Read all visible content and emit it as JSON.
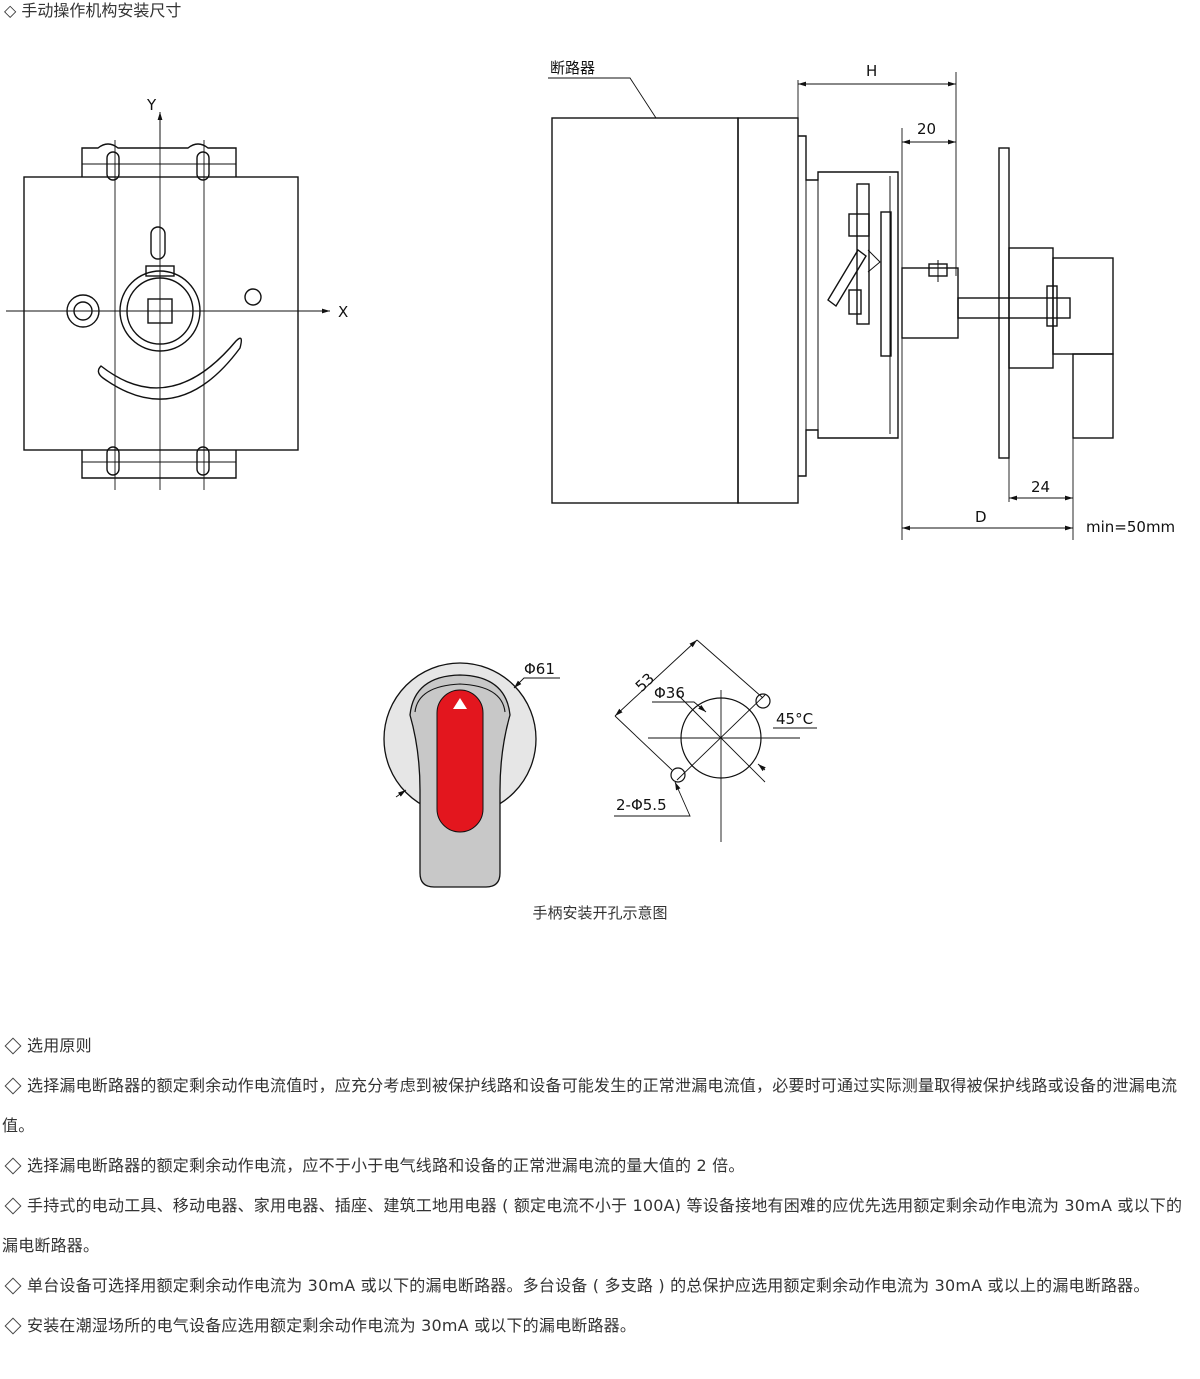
{
  "section_title": "◇ 手动操作机构安装尺寸",
  "front_view": {
    "axis_x": "X",
    "axis_y": "Y"
  },
  "side_view": {
    "label_breaker": "断路器",
    "dim_h": "H",
    "dim_20": "20",
    "dim_24": "24",
    "dim_d": "D",
    "note_min": "min=50mm"
  },
  "handle_view": {
    "dim_phi61": "Φ61"
  },
  "cutout_view": {
    "dim_53": "53",
    "dim_phi36": "Φ36",
    "dim_45": "45°C",
    "dim_holes": "2-Φ5.5"
  },
  "caption": "手柄安装开孔示意图",
  "principles_title": "选用原则",
  "principles": [
    "选择漏电断路器的额定剩余动作电流值时，应充分考虑到被保护线路和设备可能发生的正常泄漏电流值，必要时可通过实际测量取得被保护线路或设备的泄漏电流值。",
    "选择漏电断路器的额定剩余动作电流，应不于小于电气线路和设备的正常泄漏电流的量大值的 2 倍。",
    "手持式的电动工具、移动电器、家用电器、插座、建筑工地用电器 ( 额定电流不小于 100A) 等设备接地有困难的应优先选用额定剩余动作电流为 30mA 或以下的漏电断路器。",
    "单台设备可选择用额定剩余动作电流为 30mA 或以下的漏电断路器。多台设备 ( 多支路 ) 的总保护应选用额定剩余动作电流为 30mA 或以上的漏电断路器。",
    "安装在潮湿场所的电气设备应选用额定剩余动作电流为 30mA 或以下的漏电断路器。"
  ],
  "colors": {
    "handle_red": "#e3161e",
    "handle_grey": "#c8c8c8",
    "line": "#111111"
  }
}
